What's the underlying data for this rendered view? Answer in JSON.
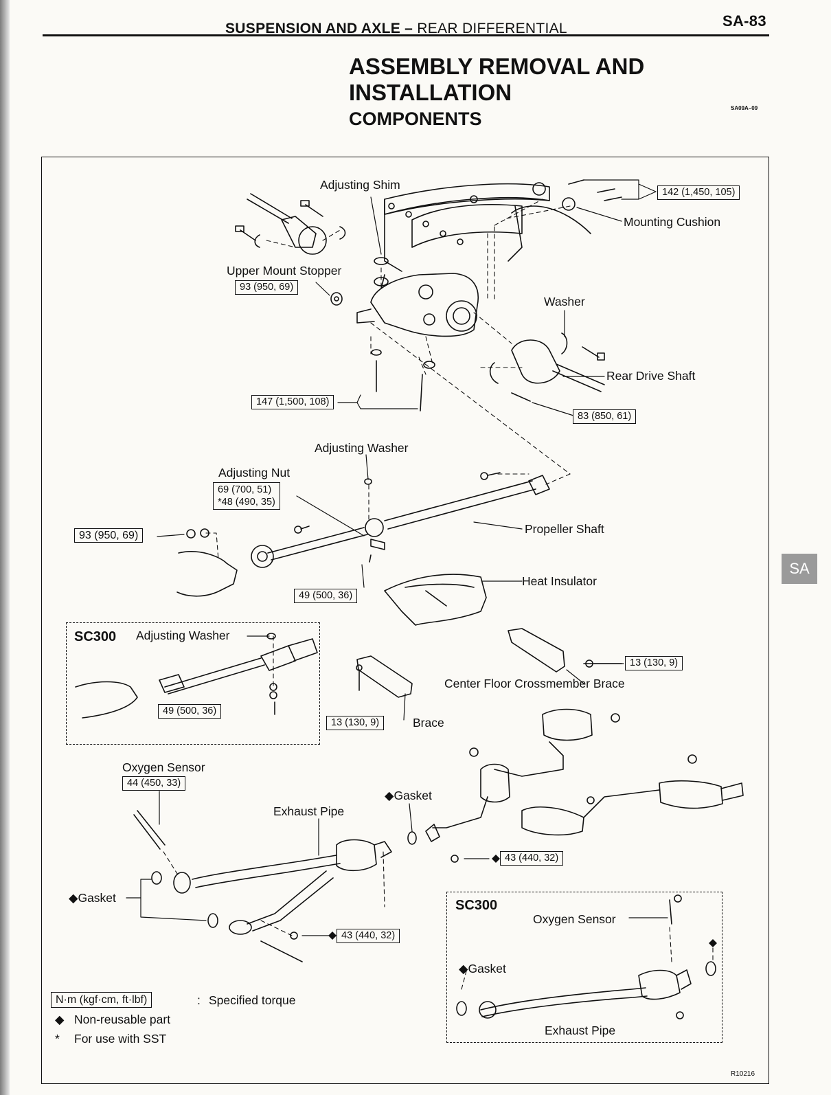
{
  "header": {
    "section": "SUSPENSION AND AXLE",
    "dash": "–",
    "subsection": "REAR DIFFERENTIAL",
    "page": "SA-83"
  },
  "title": {
    "line1": "ASSEMBLY REMOVAL AND",
    "line2": "INSTALLATION",
    "sub": "COMPONENTS",
    "code": "SA09A–09"
  },
  "side_tab": "SA",
  "labels": {
    "adjusting_shim": "Adjusting Shim",
    "mounting_cushion": "Mounting Cushion",
    "upper_mount_stopper": "Upper Mount Stopper",
    "washer": "Washer",
    "rear_drive_shaft": "Rear Drive Shaft",
    "adjusting_washer": "Adjusting Washer",
    "adjusting_nut": "Adjusting Nut",
    "propeller_shaft": "Propeller Shaft",
    "heat_insulator": "Heat Insulator",
    "sc300_a": "SC300",
    "sc_adjusting_washer": "Adjusting Washer",
    "center_floor_brace": "Center Floor Crossmember Brace",
    "brace": "Brace",
    "oxygen_sensor": "Oxygen Sensor",
    "exhaust_pipe": "Exhaust Pipe",
    "gasket_top": "◆Gasket",
    "gasket_left": "◆Gasket",
    "sc300_b": "SC300",
    "sc_oxygen_sensor": "Oxygen Sensor",
    "sc_gasket": "◆Gasket",
    "sc_exhaust_pipe": "Exhaust Pipe",
    "figure_code": "R10216"
  },
  "torques": {
    "t142": "142 (1,450, 105)",
    "t93a": "93 (950, 69)",
    "t147": "147 (1,500, 108)",
    "t83": "83 (850, 61)",
    "t69": "69 (700, 51)",
    "t48": "*48 (490, 35)",
    "t93b": "93 (950, 69)",
    "t49a": "49 (500, 36)",
    "t13a": "13 (130, 9)",
    "t49b": "49 (500, 36)",
    "t13b": "13 (130, 9)",
    "t44": "44 (450, 33)",
    "t43a": "43 (440, 32)",
    "t43b": "43 (440, 32)"
  },
  "legend": {
    "unit": "N·m (kgf·cm, ft·lbf)",
    "colon": ":",
    "specified": "Specified torque",
    "diamond": "◆",
    "non_reusable": "Non-reusable part",
    "star": "*",
    "sst": "For use with SST"
  }
}
